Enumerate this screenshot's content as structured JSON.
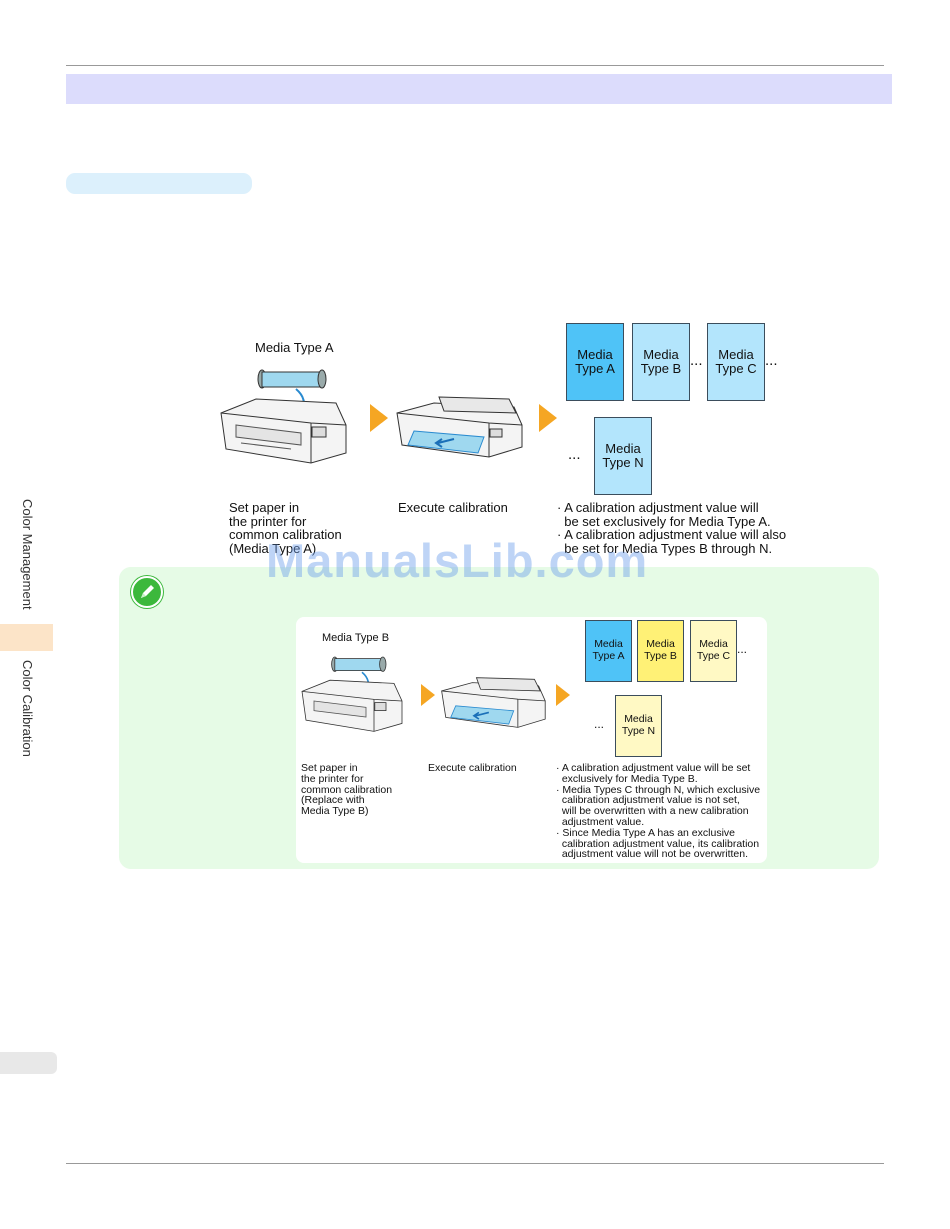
{
  "sidebar": {
    "color_management": "Color Management",
    "color_calibration": "Color Calibration"
  },
  "diagram1": {
    "media_label": "Media Type A",
    "cards": [
      {
        "line1": "Media",
        "line2": "Type A"
      },
      {
        "line1": "Media",
        "line2": "Type B"
      },
      {
        "line1": "Media",
        "line2": "Type C"
      },
      {
        "line1": "Media",
        "line2": "Type N"
      }
    ],
    "ellipsis": "...",
    "step1": "Set paper in\nthe printer for\ncommon calibration\n(Media Type A)",
    "step2": "Execute calibration",
    "step3": "· A calibration adjustment value will\n  be set exclusively for Media Type A.\n· A calibration adjustment value will also\n  be set for Media Types B through N."
  },
  "watermark": "ManualsLib.com",
  "diagram2": {
    "media_label": "Media Type B",
    "cards": [
      {
        "line1": "Media",
        "line2": "Type A"
      },
      {
        "line1": "Media",
        "line2": "Type B"
      },
      {
        "line1": "Media",
        "line2": "Type C"
      },
      {
        "line1": "Media",
        "line2": "Type N"
      }
    ],
    "ellipsis": "...",
    "step1": "Set paper in\nthe printer for\ncommon calibration\n(Replace with\nMedia Type B)",
    "step2": "Execute calibration",
    "step3": "· A calibration adjustment value will be set\n  exclusively for Media Type B.\n· Media Types C through N, which exclusive\n  calibration adjustment value is not set,\n  will be overwritten with a new calibration\n  adjustment value.\n· Since Media Type A has an exclusive\n  calibration adjustment value, its calibration\n  adjustment value will not be overwritten."
  },
  "colors": {
    "section_bar": "#dcdcfc",
    "sub_bar": "#dcf0fc",
    "note_bg": "#e6fbe6",
    "arrow": "#f5a623",
    "card_blue_dark": "#4fc3f7",
    "card_blue_light": "#b3e5fc",
    "card_yellow": "#fff176",
    "card_yellow_light": "#fff9c4"
  }
}
